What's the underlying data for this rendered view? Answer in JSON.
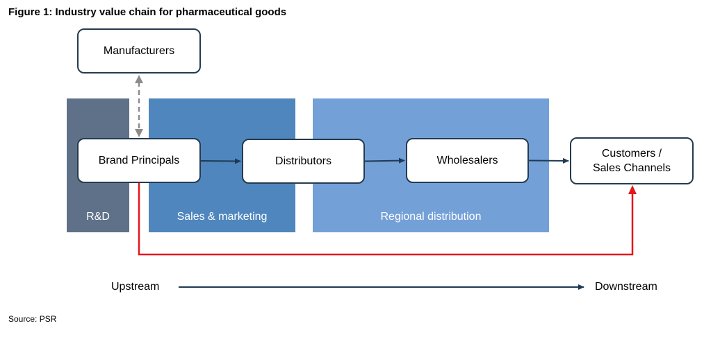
{
  "title": "Figure 1: Industry value chain for pharmaceutical goods",
  "source": "Source: PSR",
  "bands": {
    "rd": "R&D",
    "sales": "Sales & marketing",
    "regional": "Regional distribution"
  },
  "nodes": {
    "manufacturers": "Manufacturers",
    "brand_principals": "Brand Principals",
    "distributors": "Distributors",
    "wholesalers": "Wholesalers",
    "customers_line1": "Customers /",
    "customers_line2": "Sales Channels"
  },
  "flow": {
    "upstream": "Upstream",
    "downstream": "Downstream"
  },
  "colors": {
    "rd_band": "#5f7189",
    "sales_band": "#4f86bd",
    "regional_band": "#74a0d8",
    "node_border": "#243b4f",
    "arrow": "#1f3a54",
    "bypass_arrow": "#e5161b",
    "dashed_arrow": "#8c8c8c"
  }
}
